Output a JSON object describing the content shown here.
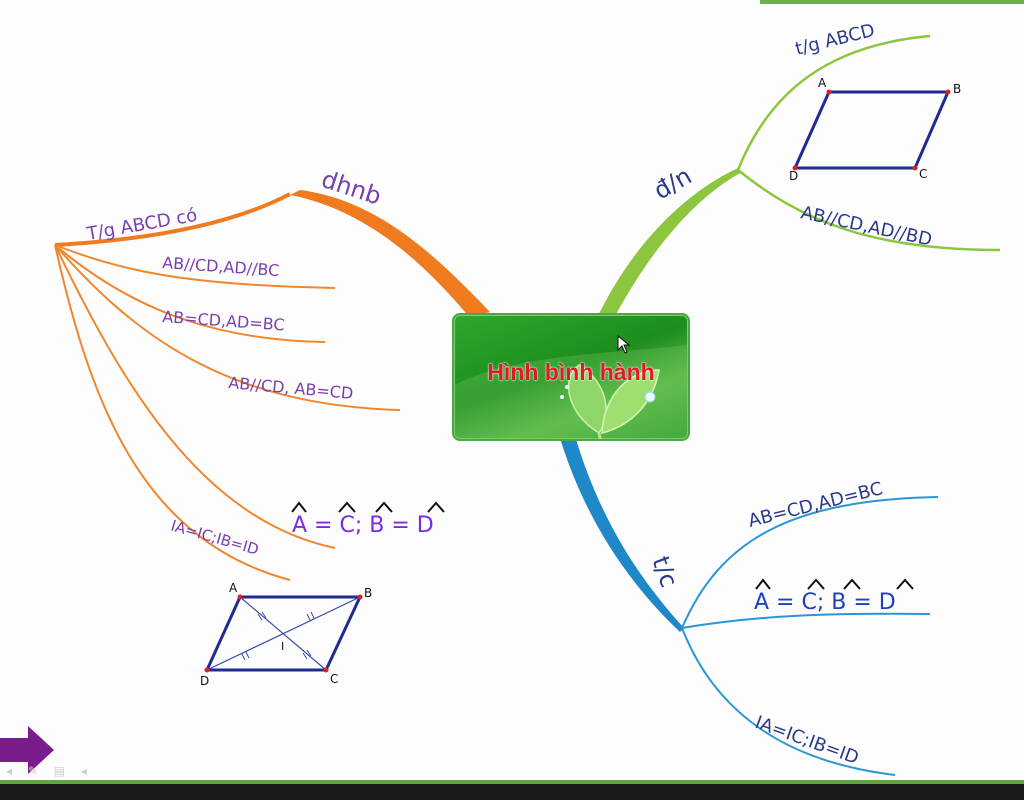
{
  "central": {
    "title": "Hình bình hành"
  },
  "branches": {
    "definition": {
      "label": "đ/n",
      "items": [
        "t/g ABCD",
        "AB//CD,AD//BD"
      ],
      "figure": {
        "A": "A",
        "B": "B",
        "C": "C",
        "D": "D"
      }
    },
    "recognition": {
      "label": "dhnb",
      "root": "T/g ABCD có",
      "items": [
        "AB//CD,AD//BC",
        "AB=CD,AD=BC",
        "AB//CD, AB=CD",
        "A = C; B = D",
        "IA=IC;IB=ID"
      ],
      "figure": {
        "A": "A",
        "B": "B",
        "C": "C",
        "D": "D",
        "I": "I"
      }
    },
    "properties": {
      "label": "t/c",
      "items": [
        "AB=CD,AD=BC",
        "A = C; B = D",
        "IA=IC;IB=ID"
      ]
    }
  },
  "colors": {
    "orange": "#f07b1e",
    "green": "#8cc63f",
    "blue": "#1e88c8",
    "purple": "#7a3fae",
    "navy": "#2a3a8a",
    "central_text": "#e01b24"
  },
  "icons": {
    "next": "next-arrow-icon"
  }
}
